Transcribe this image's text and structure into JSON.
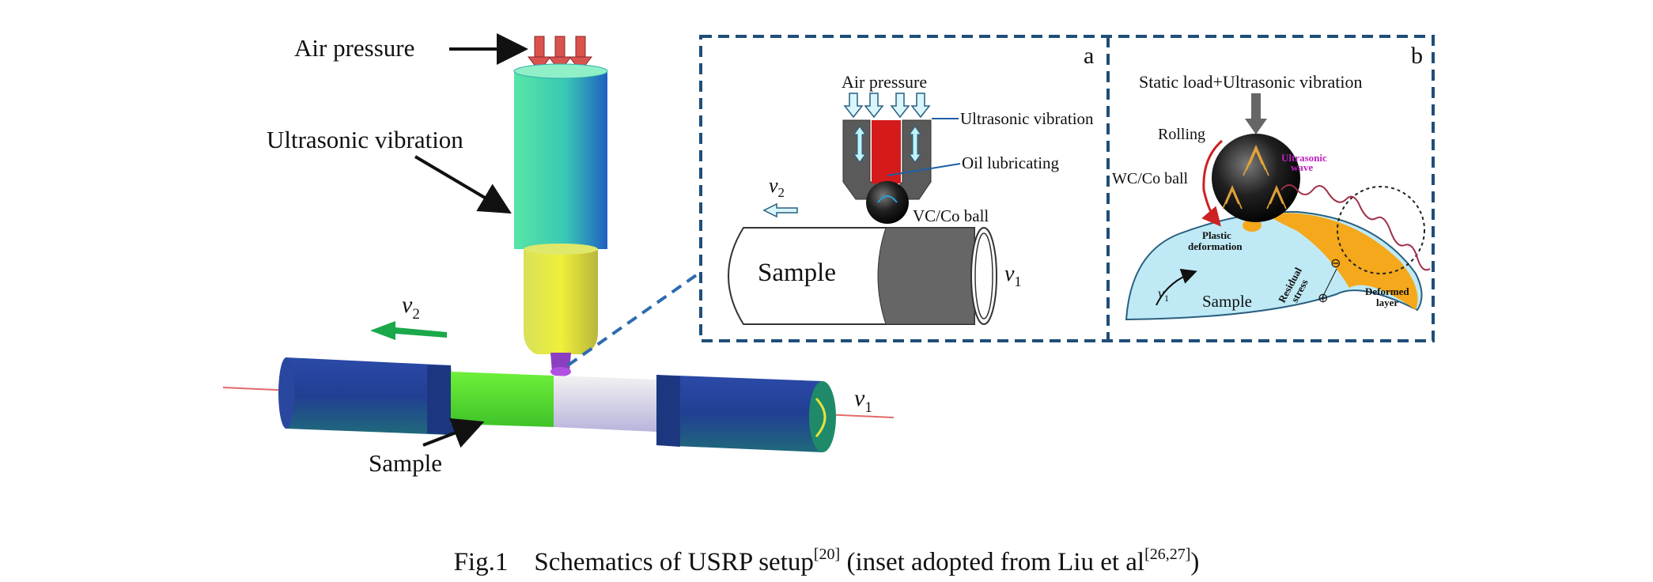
{
  "labels": {
    "air_pressure_main": "Air pressure",
    "ultrasonic_vibration_main": "Ultrasonic vibration",
    "sample_main": "Sample",
    "v2": "v",
    "v2_sub": "2",
    "v1": "v",
    "v1_sub": "1"
  },
  "inset_a": {
    "tag": "a",
    "air_pressure": "Air pressure",
    "ultrasonic_vibration": "Ultrasonic vibration",
    "oil_lubricating": "Oil lubricating",
    "ball": "VC/Co ball",
    "sample": "Sample",
    "v2": "v",
    "v2_sub": "2",
    "v1": "v",
    "v1_sub": "1"
  },
  "inset_b": {
    "tag": "b",
    "load": "Static load+Ultrasonic vibration",
    "rolling": "Rolling",
    "ball": "WC/Co ball",
    "ultrasonic_wave_1": "Ultrasonic",
    "ultrasonic_wave_2": "wave",
    "plastic_1": "Plastic",
    "plastic_2": "deformation",
    "residual_1": "Residual",
    "residual_2": "stress",
    "deformed_1": "Deformed",
    "deformed_2": "layer",
    "sample": "Sample",
    "v1": "v",
    "v1_sub": "1",
    "minus": "⊖",
    "plus": "⊕"
  },
  "caption": {
    "fig": "Fig.1",
    "text": "Schematics of USRP setup",
    "ref1": "[20]",
    "text2": " (inset adopted from Liu et al",
    "ref2": "[26,27]",
    "text3": ")"
  },
  "colors": {
    "frame": "#1f4e79",
    "arrow_red": "#d9534f",
    "green_arrow": "#1aa84a",
    "wave": "#a0304a",
    "sample_blue": "#bfeaf5",
    "deformed_orange": "#f5a81c"
  }
}
